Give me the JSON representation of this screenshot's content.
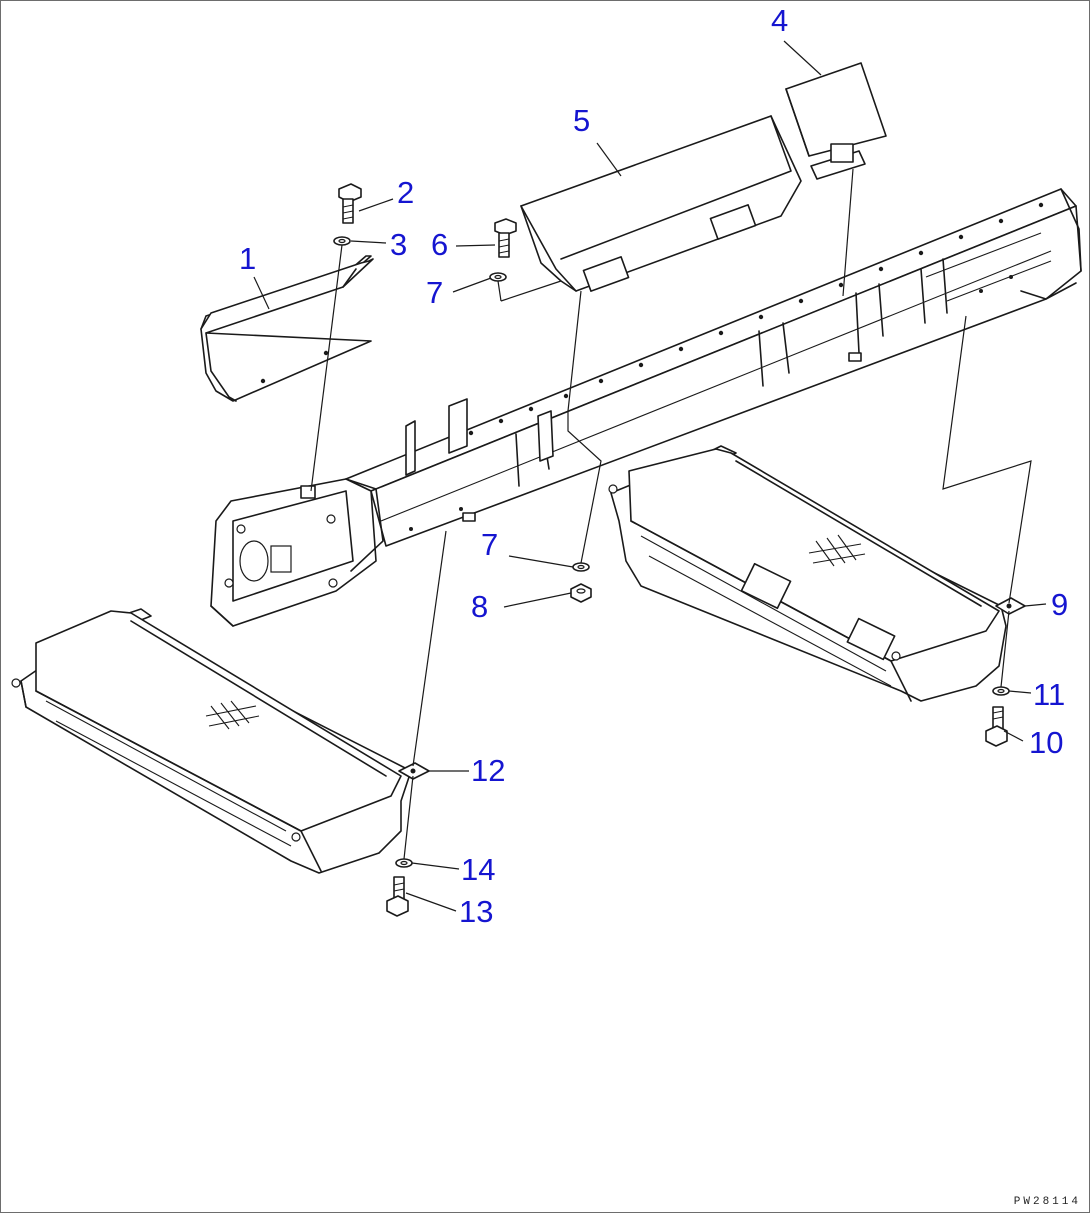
{
  "diagram": {
    "drawing_code": "PW28114",
    "colors": {
      "callout": "#1515d0",
      "line": "#1a1a1a",
      "background": "#ffffff"
    },
    "callouts": [
      {
        "id": "c1",
        "label": "1"
      },
      {
        "id": "c2",
        "label": "2"
      },
      {
        "id": "c3",
        "label": "3"
      },
      {
        "id": "c4",
        "label": "4"
      },
      {
        "id": "c5",
        "label": "5"
      },
      {
        "id": "c6",
        "label": "6"
      },
      {
        "id": "c7a",
        "label": "7"
      },
      {
        "id": "c7b",
        "label": "7"
      },
      {
        "id": "c8",
        "label": "8"
      },
      {
        "id": "c9",
        "label": "9"
      },
      {
        "id": "c10",
        "label": "10"
      },
      {
        "id": "c11",
        "label": "11"
      },
      {
        "id": "c12",
        "label": "12"
      },
      {
        "id": "c13",
        "label": "13"
      },
      {
        "id": "c14",
        "label": "14"
      }
    ]
  }
}
